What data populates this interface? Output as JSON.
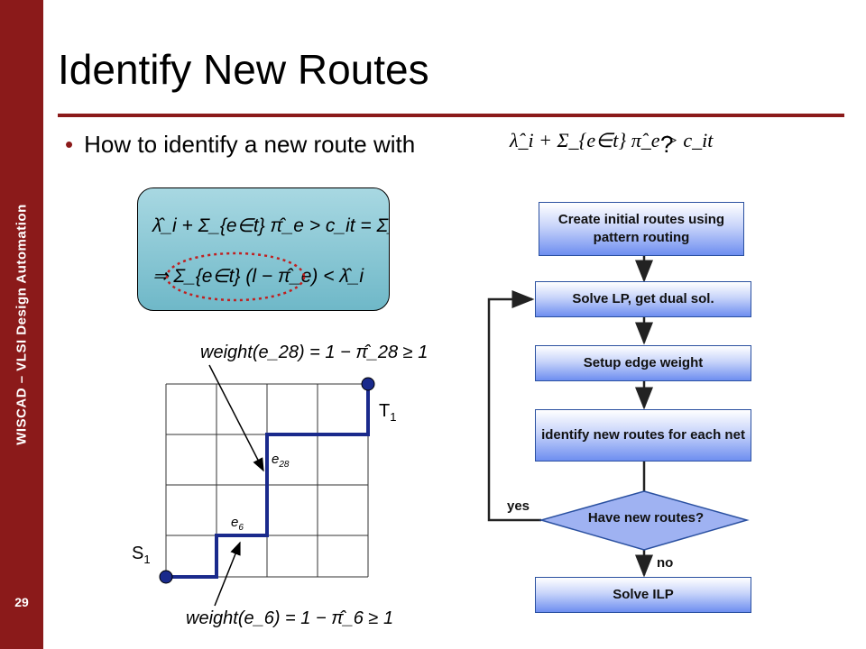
{
  "sidebar": {
    "label": "WISCAD – VLSI Design Automation",
    "slide_number": "29"
  },
  "title": "Identify New Routes",
  "bullet": {
    "text": "How to identify a new route with",
    "trailing": "?"
  },
  "formulas": {
    "inline": "λ̂_i + Σ_{e∈t} π̂_e > c_it",
    "box_line1": "λ̂_i + Σ_{e∈t} π̂_e > c_it = Σ_{e∈t} l",
    "box_line2": "⇒ Σ_{e∈t} (l − π̂_e) < λ̂_i",
    "weight_e28": "weight(e_28) = 1 − π̂_28 ≥ 1",
    "weight_e6": "weight(e_6) = 1 − π̂_6 ≥ 1"
  },
  "grid": {
    "start_label": "S",
    "start_sub": "1",
    "end_label": "T",
    "end_sub": "1",
    "edge_e28": "e",
    "edge_e28_sub": "28",
    "edge_e6": "e",
    "edge_e6_sub": "6"
  },
  "flow": {
    "step1": "Create initial routes using pattern routing",
    "step2": "Solve LP, get dual sol.",
    "step3": "Setup edge weight",
    "step4": "identify new routes for each net",
    "decision": "Have new routes?",
    "yes": "yes",
    "no": "no",
    "final": "Solve ILP"
  },
  "colors": {
    "accent": "#8b1a1a",
    "route": "#1a2a8c",
    "node_border": "#2a50a0",
    "formula_box": "#7fc0cf"
  }
}
